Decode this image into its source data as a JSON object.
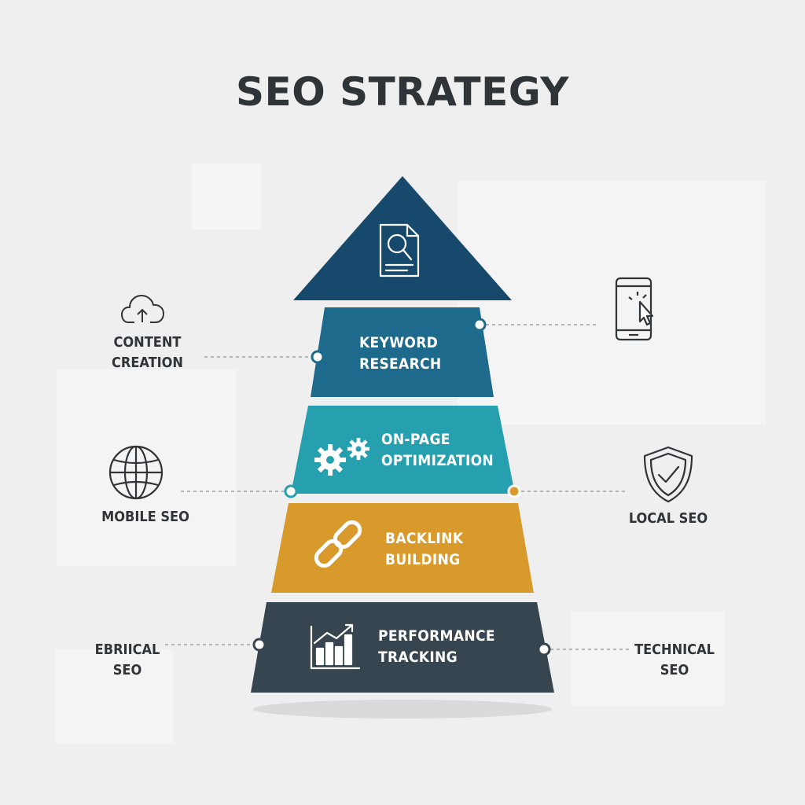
{
  "title": "SEO STRATEGY",
  "tiers": [
    {
      "line1": "KEYWORD",
      "line2": "RESEARCH",
      "color": "#1d6a8c"
    },
    {
      "line1": "ON-PAGE",
      "line2": "OPTIMIZATION",
      "color": "#26a0ae"
    },
    {
      "line1": "BACKLINK",
      "line2": "BUILDING",
      "color": "#d99a2c"
    },
    {
      "line1": "PERFORMANCE",
      "line2": "TRACKING",
      "color": "#36454f"
    }
  ],
  "apex": {
    "color": "#16496b",
    "icon": "document-search-icon"
  },
  "side_items": {
    "content_creation": {
      "line1": "CONTENT",
      "line2": "CREATION",
      "icon": "cloud-upload-icon"
    },
    "mobile_seo": {
      "label": "MOBILE SEO",
      "icon": "globe-icon"
    },
    "ebrical_seo": {
      "line1": "EBRIICAL",
      "line2": "SEO"
    },
    "mobile_click": {
      "icon": "smartphone-click-icon"
    },
    "local_seo": {
      "label": "LOCAL SEO",
      "icon": "shield-check-icon"
    },
    "technical_seo": {
      "line1": "TECHNICAL",
      "line2": "SEO"
    }
  },
  "connector_color": "#9aa0a6",
  "accent_dot_color": "#d99a2c"
}
